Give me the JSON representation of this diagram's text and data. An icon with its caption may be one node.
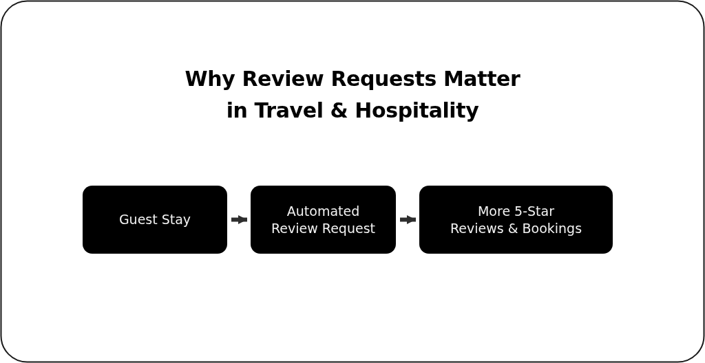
{
  "diagram": {
    "title": "Why Review Requests Matter in Travel & Hospitality",
    "nodes": [
      {
        "text": [
          "Guest Stay"
        ]
      },
      {
        "text": [
          "Automated Review Request"
        ]
      },
      {
        "text": [
          "More 5-Star Reviews & Bookings"
        ]
      }
    ],
    "edges": [
      {
        "from": 0,
        "to": 1,
        "arrow": "to"
      },
      {
        "from": 1,
        "to": 2,
        "arrow": "to"
      }
    ]
  }
}
